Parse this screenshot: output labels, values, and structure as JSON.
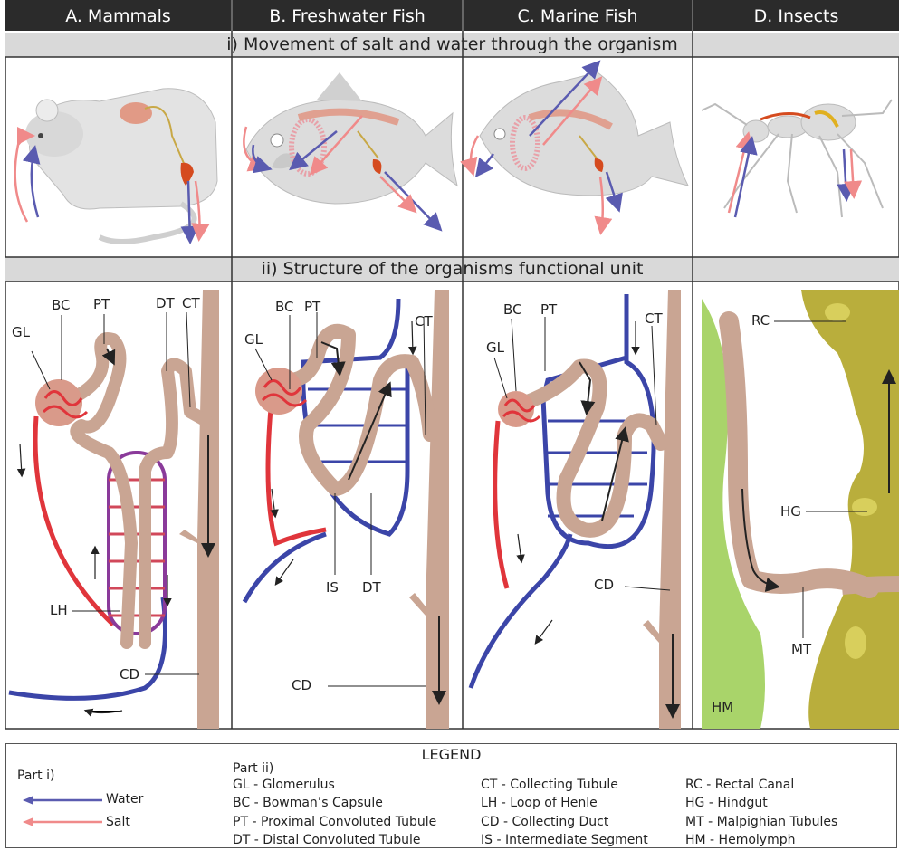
{
  "columns": [
    {
      "label": "A. Mammals"
    },
    {
      "label": "B. Freshwater Fish"
    },
    {
      "label": "C. Marine Fish"
    },
    {
      "label": "D. Insects"
    }
  ],
  "section_i": "i) Movement of salt and water through the organism",
  "section_ii": "ii) Structure of the organisms functional unit",
  "labels": {
    "mammal": {
      "gl": "GL",
      "bc": "BC",
      "pt": "PT",
      "dt": "DT",
      "ct": "CT",
      "lh": "LH",
      "cd": "CD"
    },
    "freshwater": {
      "gl": "GL",
      "bc": "BC",
      "pt": "PT",
      "ct": "CT",
      "is": "IS",
      "dt": "DT",
      "cd": "CD"
    },
    "marine": {
      "gl": "GL",
      "bc": "BC",
      "pt": "PT",
      "ct": "CT",
      "cd": "CD"
    },
    "insect": {
      "rc": "RC",
      "hg": "HG",
      "mt": "MT",
      "hm": "HM"
    }
  },
  "legend": {
    "title": "LEGEND",
    "part_i": "Part i)",
    "water": "Water",
    "salt": "Salt",
    "part_ii": "Part ii)",
    "col1": [
      "GL - Glomerulus",
      "BC - Bowman’s Capsule",
      "PT - Proximal Convoluted Tubule",
      "DT - Distal Convoluted Tubule"
    ],
    "col2": [
      "CT - Collecting Tubule",
      "LH - Loop of Henle",
      "CD - Collecting Duct",
      "IS - Intermediate Segment"
    ],
    "col3": [
      "RC - Rectal Canal",
      "HG - Hindgut",
      "MT - Malpighian Tubules",
      "HM - Hemolymph"
    ]
  },
  "colors": {
    "water": "#5a5bb0",
    "salt": "#f08a8a",
    "tubule": "#c9a593",
    "blood_red": "#e0353b",
    "vessel_blue": "#3b45a8",
    "hindgut": "#b9ae3c",
    "hemolymph": "#a9d46a"
  }
}
